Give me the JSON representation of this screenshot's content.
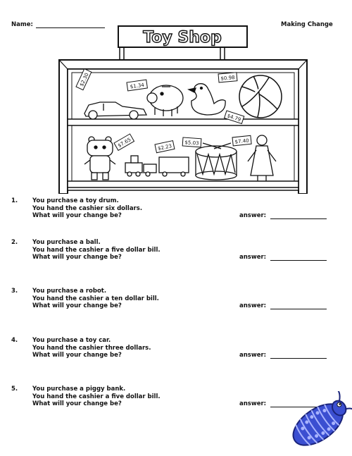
{
  "header": {
    "name_label": "Name:",
    "worksheet_title": "Making Change"
  },
  "sign": {
    "title": "Toy Shop"
  },
  "price_tags": [
    "$2.30",
    "$1.34",
    "$0.98",
    "$4.79",
    "$7.65",
    "$2.23",
    "$5.03",
    "$7.40"
  ],
  "questions": [
    {
      "number": "1.",
      "lines": [
        "You purchase a toy drum.",
        "You hand the cashier six dollars.",
        "What will your change be?"
      ],
      "answer_label": "answer:"
    },
    {
      "number": "2.",
      "lines": [
        "You purchase a ball.",
        "You hand the cashier a five dollar bill.",
        "What will your change be?"
      ],
      "answer_label": "answer:"
    },
    {
      "number": "3.",
      "lines": [
        "You purchase a robot.",
        "You hand the cashier a ten dollar bill.",
        "What will your change be?"
      ],
      "answer_label": "answer:"
    },
    {
      "number": "4.",
      "lines": [
        "You purchase a toy car.",
        "You hand the cashier three dollars.",
        "What will your change be?"
      ],
      "answer_label": "answer:"
    },
    {
      "number": "5.",
      "lines": [
        "You purchase a piggy bank.",
        "You hand the cashier a five dollar bill.",
        "What will your change be?"
      ],
      "answer_label": "answer:"
    }
  ],
  "colors": {
    "ink": "#111111",
    "bug_blue": "#3b4fd1",
    "bug_light": "#a9b4ff"
  }
}
